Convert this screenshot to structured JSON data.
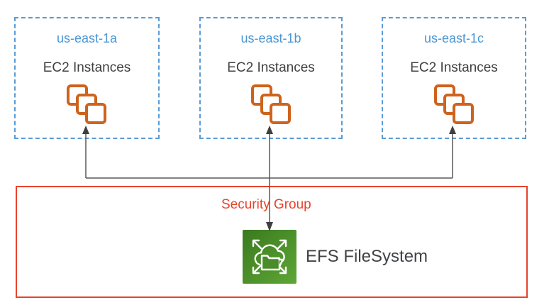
{
  "diagram": {
    "title_implicit": "EC2 to EFS over Security Group",
    "availability_zones": [
      {
        "name": "us-east-1a",
        "service_label": "EC2 Instances"
      },
      {
        "name": "us-east-1b",
        "service_label": "EC2 Instances"
      },
      {
        "name": "us-east-1c",
        "service_label": "EC2 Instances"
      }
    ],
    "security_group": {
      "label": "Security Group"
    },
    "efs": {
      "label": "EFS FileSystem"
    },
    "icons": {
      "ec2": "ec2-instances-icon (three overlapping orange squares)",
      "efs": "efs-icon (green square, white cloud with folder and four outward arrows)"
    },
    "colors": {
      "az_border_blue": "#5B9BD5",
      "az_name_blue": "#4A96D3",
      "body_text_gray": "#404040",
      "ec2_orange": "#CE631D",
      "security_group_red": "#E8432B",
      "efs_green_dark": "#3A7A1E",
      "efs_green_light": "#5EA636",
      "connector_gray": "#595959"
    }
  }
}
